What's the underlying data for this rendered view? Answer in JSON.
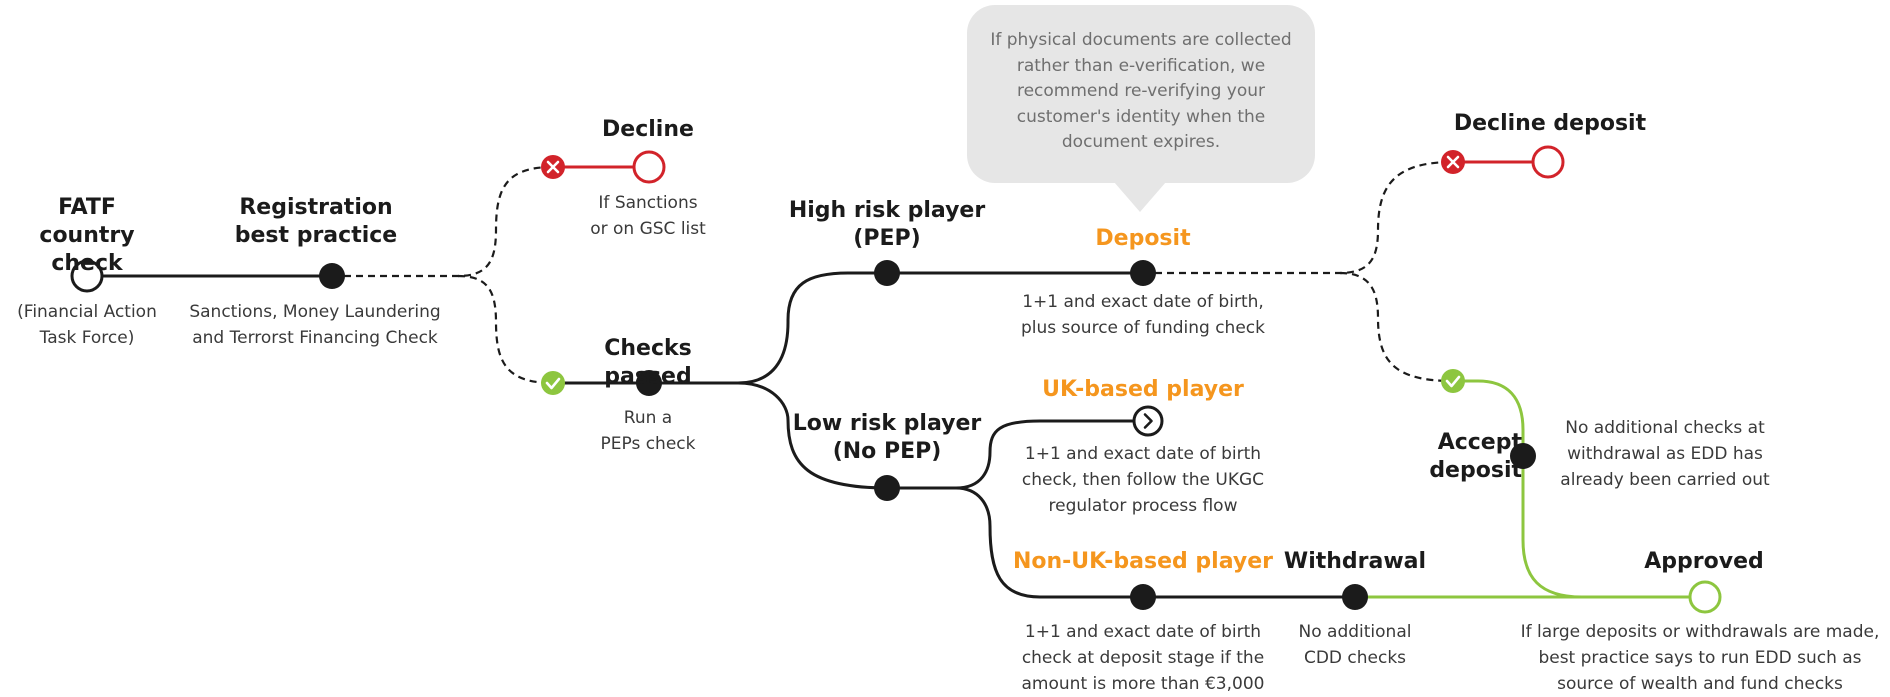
{
  "colors": {
    "line": "#1b1b1b",
    "green": "#8dc63f",
    "red": "#d2232a",
    "orange": "#f5961e",
    "callout_bg": "#e6e6e6"
  },
  "callout": {
    "text": "If physical documents are collected\nrather than e-verification, we\nrecommend re-verifying your\ncustomer's identity when the\ndocument expires."
  },
  "steps": {
    "fatf": {
      "title": "FATF\ncountry check",
      "desc": "(Financial Action\nTask Force)"
    },
    "registration": {
      "title": "Registration\nbest practice",
      "desc": "Sanctions, Money Laundering\nand Terrorst Financing Check"
    },
    "decline": {
      "title": "Decline",
      "desc": "If Sanctions\nor on GSC list"
    },
    "checks_passed": {
      "title": "Checks passed",
      "desc": "Run a\nPEPs check"
    },
    "high_risk": {
      "title": "High risk player\n(PEP)"
    },
    "low_risk": {
      "title": "Low risk player\n(No PEP)"
    },
    "deposit": {
      "title": "Deposit",
      "desc": "1+1 and exact date of birth,\nplus source of funding check"
    },
    "decline_deposit": {
      "title": "Decline deposit"
    },
    "uk_player": {
      "title": "UK-based player",
      "desc": "1+1 and exact date of birth\ncheck, then follow the UKGC\nregulator process flow"
    },
    "non_uk_player": {
      "title": "Non-UK-based player",
      "desc": "1+1 and exact date of birth\ncheck at deposit stage if the\namount is more than €3,000"
    },
    "withdrawal": {
      "title": "Withdrawal",
      "desc": "No additional\nCDD checks"
    },
    "accept_deposit": {
      "title": "Accept\ndeposit",
      "desc": "No additional checks at\nwithdrawal as EDD has\nalready been carried out"
    },
    "approved": {
      "title": "Approved",
      "desc": "If large deposits or withdrawals are made,\nbest practice says to run EDD such as\nsource of wealth and fund checks"
    }
  }
}
